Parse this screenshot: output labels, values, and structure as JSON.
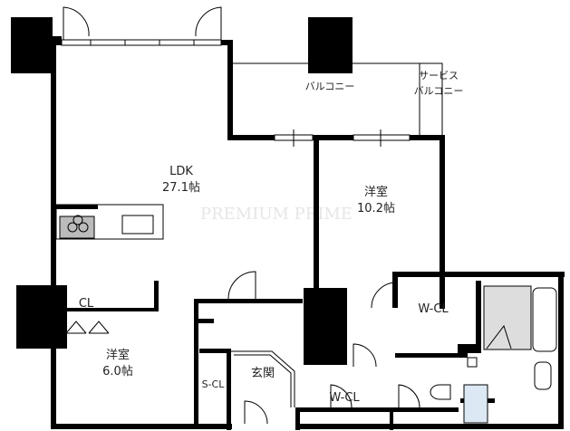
{
  "plan": {
    "watermark": "PREMIUM PRIME",
    "rooms": {
      "ldk": {
        "name": "LDK",
        "size": "27.1帖"
      },
      "bedroom1": {
        "name": "洋室",
        "size": "10.2帖"
      },
      "bedroom2": {
        "name": "洋室",
        "size": "6.0帖"
      },
      "balcony": "バルコニー",
      "service_balcony_1": "サービス",
      "service_balcony_2": "バルコニー",
      "closet": "CL",
      "shoe_closet": "S-CL",
      "entrance": "玄関",
      "wcl_upper": "W-CL",
      "wcl_lower": "W-CL"
    },
    "colors": {
      "wall": "#000000",
      "bath": "#dddddd",
      "washer": "#dde8f5"
    }
  }
}
